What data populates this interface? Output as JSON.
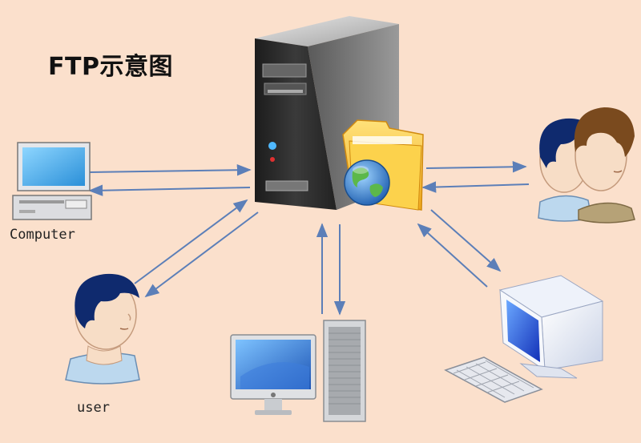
{
  "title": "FTP示意图",
  "labels": {
    "computer": "Computer",
    "user": "user"
  },
  "colors": {
    "background": "#fbe0cc",
    "arrow": "#5c7fb8"
  },
  "icons": {
    "server": "ftp-server-icon",
    "folder": "folder-icon",
    "globe": "globe-icon",
    "computer": "desktop-computer-icon",
    "user": "user-person-icon",
    "users": "two-people-icon",
    "mac": "mac-workstation-icon",
    "crt": "crt-monitor-keyboard-icon"
  }
}
